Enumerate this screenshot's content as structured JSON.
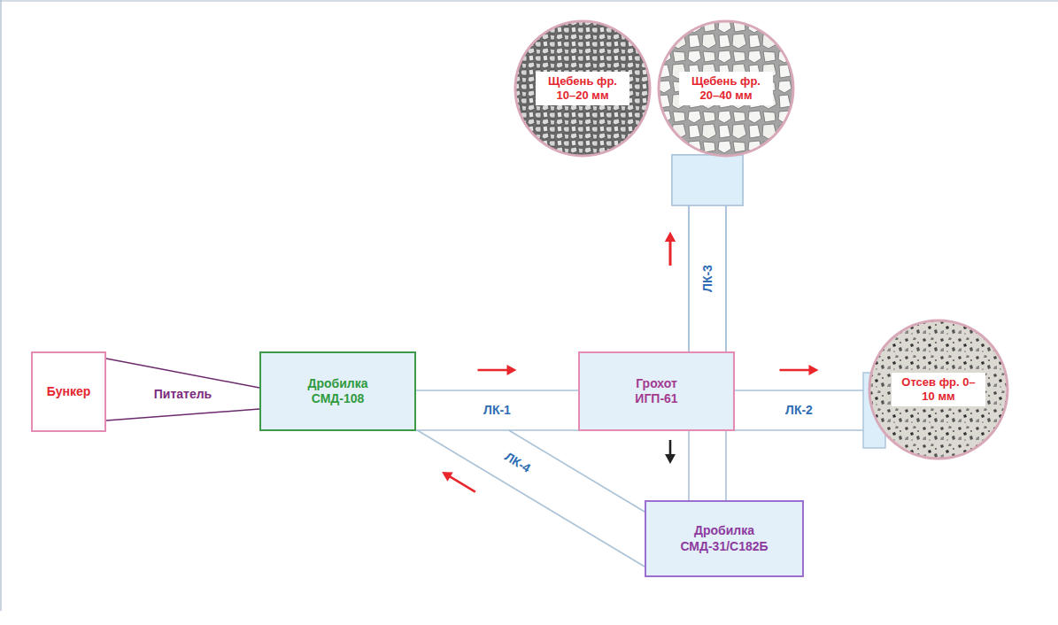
{
  "diagram": {
    "nodes": [
      {
        "text": [
          "Щебень фр. 10–20 мм"
        ]
      },
      {
        "text": [
          "Щебень фр. 20–40 мм"
        ]
      },
      {
        "text": [
          "Бункер"
        ]
      },
      {
        "text": [
          "Дробилка СМД-108"
        ]
      },
      {
        "text": [
          "Грохот ИГП-61"
        ]
      },
      {
        "text": [
          "Отсев фр. 0–10 мм"
        ]
      },
      {
        "text": [
          "Дробилка СМД-31/С182Б"
        ]
      }
    ],
    "edges": [
      {
        "from": 2,
        "to": 3,
        "label": "Питатель",
        "arrow": "none"
      },
      {
        "from": 3,
        "to": 4,
        "label": "ЛК-1",
        "arrow": "to"
      },
      {
        "from": 4,
        "to": 0,
        "label": "ЛК-3",
        "arrow": "to"
      },
      {
        "from": 4,
        "to": 1,
        "arrow": "to"
      },
      {
        "from": 4,
        "to": 5,
        "label": "ЛК-2",
        "arrow": "to"
      },
      {
        "from": 4,
        "to": 6,
        "arrow": "to"
      },
      {
        "from": 6,
        "to": 4,
        "label": "ЛК-4",
        "arrow": "to"
      }
    ]
  }
}
